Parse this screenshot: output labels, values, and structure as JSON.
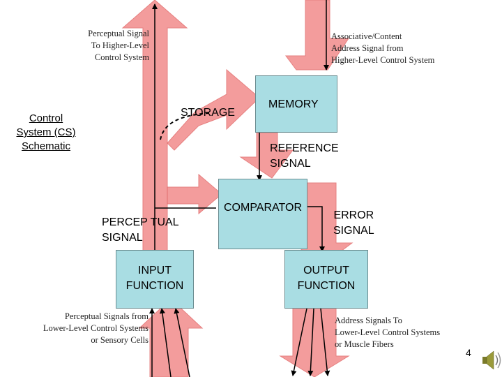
{
  "title": "Control\nSystem (CS)\nSchematic",
  "boxes": {
    "memory": "MEMORY",
    "comparator": "COMPARATOR",
    "input_function": "INPUT\nFUNCTION",
    "output_function": "OUTPUT\nFUNCTION"
  },
  "labels": {
    "storage": "STORAGE",
    "reference_signal": "REFERENCE\nSIGNAL",
    "perceptual_signal": "PERCEP TUAL\nSIGNAL",
    "error_signal": "ERROR\nSIGNAL",
    "perceptual_to_higher": "Perceptual Signal\nTo Higher-Level\nControl System",
    "associative_address": "Associative/Content\nAddress Signal from\nHigher-Level Control System",
    "perceptual_from_lower": "Perceptual Signals from\nLower-Level Control Systems\nor Sensory Cells",
    "address_to_lower": "Address Signals To\nLower-Level Control Systems\nor Muscle Fibers"
  },
  "slide_number": "4",
  "icons": {
    "speaker": "speaker-icon"
  },
  "colors": {
    "arrow_fill": "#f08080",
    "arrow_edge": "#e06666",
    "box_fill": "#a9dde3",
    "line": "#000000"
  }
}
